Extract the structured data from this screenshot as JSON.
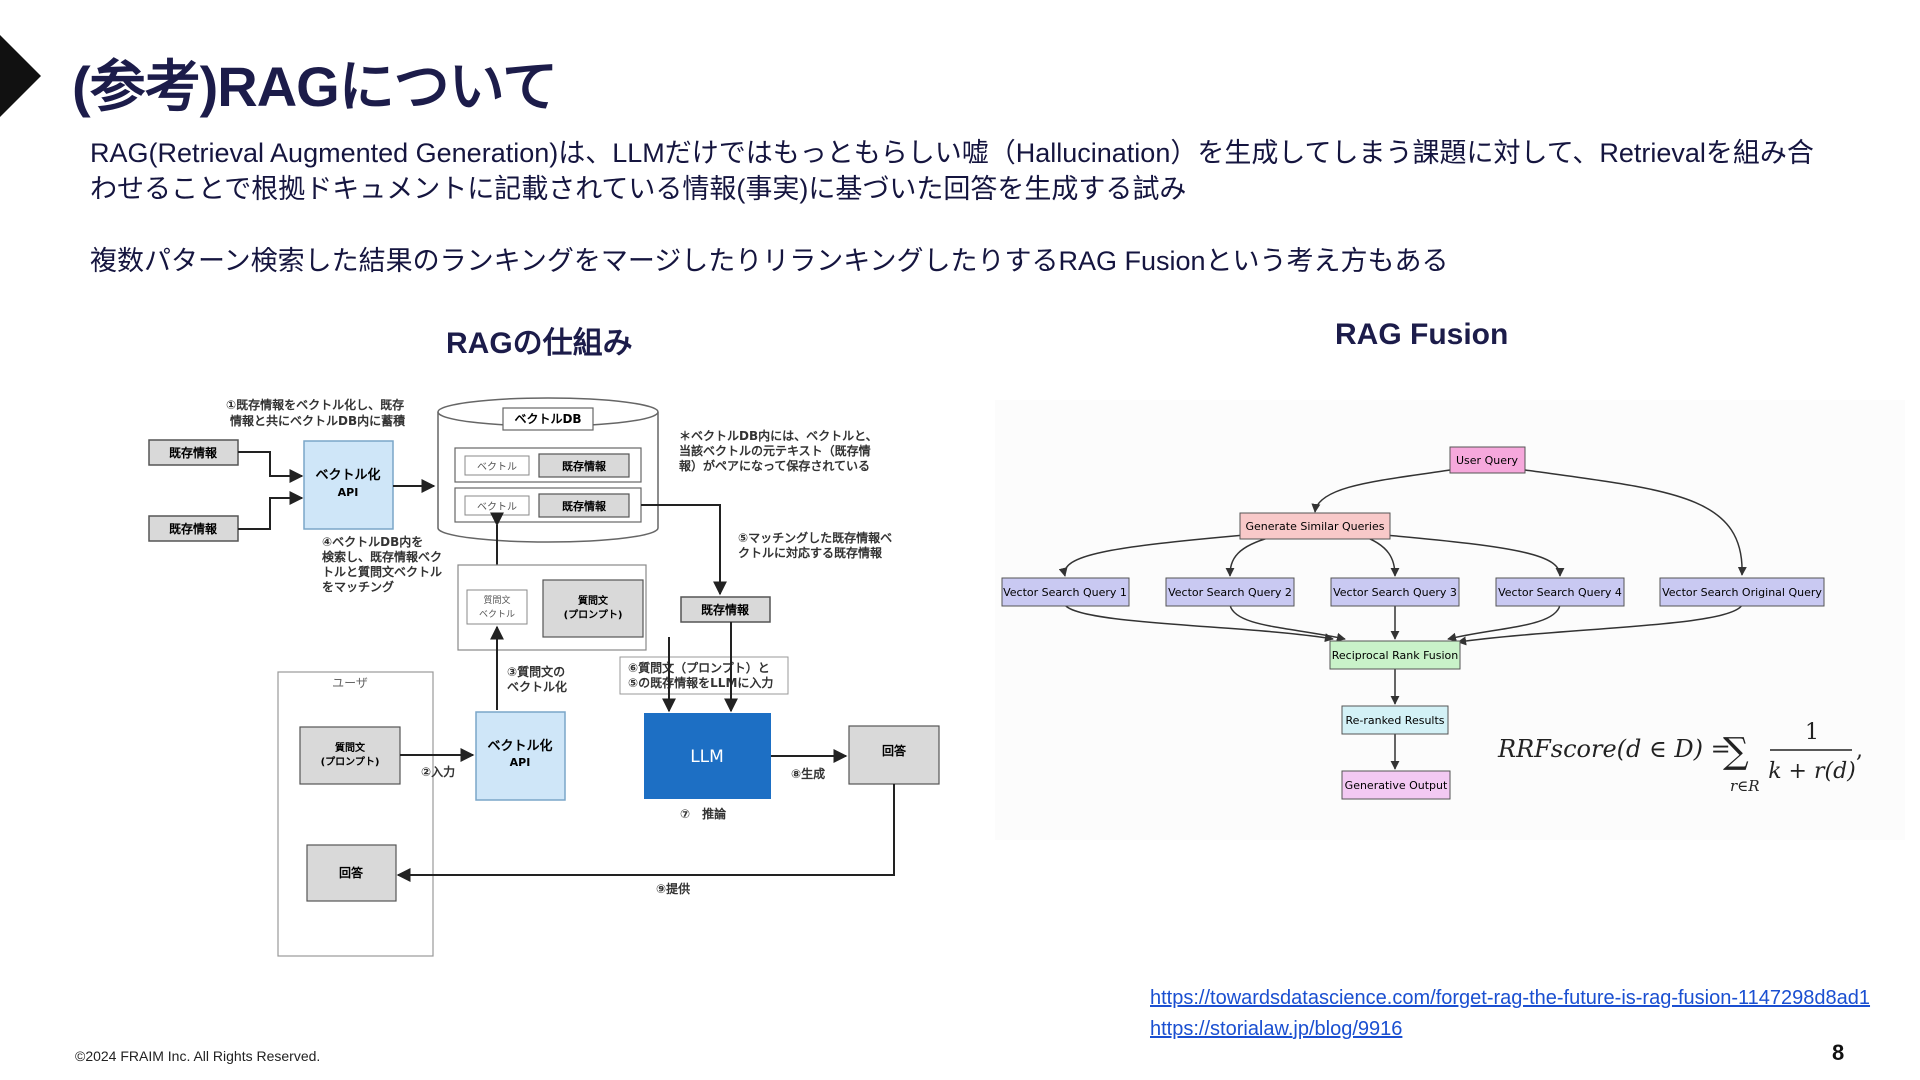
{
  "title": "(参考)RAGについて",
  "intro": {
    "line1": "RAG(Retrieval Augmented Generation)は、LLMだけではもっともらしい嘘（Hallucination）を生成してしまう課題に対して、Retrievalを組み合",
    "line2": "わせることで根拠ドキュメントに記載されている情報(事実)に基づいた回答を生成する試み",
    "line3": "複数パターン検索した結果のランキングをマージしたりリランキングしたりするRAG Fusionという考え方もある"
  },
  "rag_section": {
    "heading": "RAGの仕組み",
    "note1_line1": "①既存情報をベクトル化し、既存",
    "note1_line2": "情報と共にベクトルDB内に蓄積",
    "existing_info": "既存情報",
    "vectorize": "ベクトル化",
    "api": "API",
    "vector_db": "ベクトルDB",
    "vector": "ベクトル",
    "db_note_line1": "＊ベクトルDB内には、ベクトルと、",
    "db_note_line2": "当該ベクトルの元テキスト（既存情",
    "db_note_line3": "報）がペアになって保存されている",
    "step4_line1": "④ベクトルDB内を",
    "step4_line2": "検索し、既存情報ベク",
    "step4_line3": "トルと質問文ベクトル",
    "step4_line4": "をマッチング",
    "step5_line1": "⑤マッチングした既存情報ベ",
    "step5_line2": "クトルに対応する既存情報",
    "question_text": "質問文",
    "prompt_paren": "(プロンプト)",
    "user": "ユーザ",
    "step3_line1": "③質問文の",
    "step3_line2": "ベクトル化",
    "step6_line1": "⑥質問文（プロンプト）と",
    "step6_line2": "⑤の既存情報をLLMに入力",
    "llm": "LLM",
    "answer": "回答",
    "step2": "②入力",
    "step7": "⑦　推論",
    "step8": "⑧生成",
    "step9": "⑨提供"
  },
  "fusion_section": {
    "heading": "RAG Fusion",
    "user_query": "User Query",
    "generate_similar": "Generate Similar Queries",
    "vector_queries": [
      "Vector Search Query 1",
      "Vector Search Query 2",
      "Vector Search Query 3",
      "Vector Search Query 4",
      "Vector Search Original Query"
    ],
    "rrf": "Reciprocal Rank Fusion",
    "reranked": "Re-ranked Results",
    "generative": "Generative Output",
    "formula_lhs": "RRFscore(d ∈ D) =",
    "formula_sum": "∑",
    "formula_sub": "r∈R",
    "formula_num": "1",
    "formula_den": "k + r(d)",
    "formula_comma": ","
  },
  "links": [
    "https://towardsdatascience.com/forget-rag-the-future-is-rag-fusion-1147298d8ad1",
    "https://storialaw.jp/blog/9916"
  ],
  "footer": "©2024 FRAIM Inc. All Rights Reserved.",
  "page_number": "8",
  "colors": {
    "title_navy": "#1c1c4a",
    "api_box": "#cfe6f8",
    "llm_blue": "#1d6fc4",
    "user_query_pink": "#f6a8dc",
    "generate_red": "#f8c9c9",
    "vector_purple": "#c9c9f2",
    "rrf_green": "#c9f2c9",
    "reranked_cyan": "#d3f1f6",
    "generative_pink": "#f3c9f3"
  }
}
